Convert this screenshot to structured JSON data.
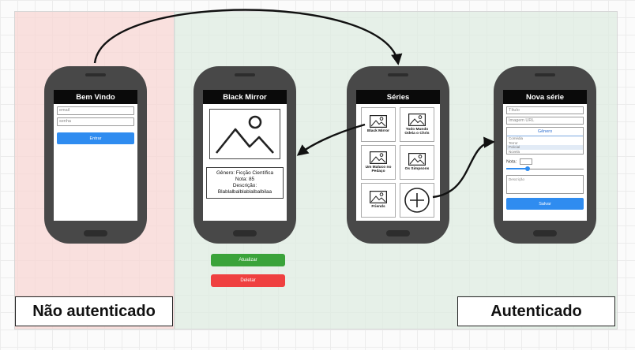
{
  "zones": {
    "left_label": "Não autenticado",
    "right_label": "Autenticado"
  },
  "login": {
    "title": "Bem Vindo",
    "email_placeholder": "email",
    "password_placeholder": "senha",
    "button": "Entrar"
  },
  "detail": {
    "title": "Black Mirror",
    "genre_line": "Gênero: Ficção Científica",
    "rating_line": "Nota: 85",
    "description_line": "Descrição:",
    "description_text": "Blablalbalblablalbalbilaa",
    "update_button": "Atualizar",
    "delete_button": "Deletar"
  },
  "series": {
    "title": "Séries",
    "items": [
      {
        "label": "Black Mirror"
      },
      {
        "label": "Todo Mundo Odeia o Chris"
      },
      {
        "label": "Um Maluco no Pedaço"
      },
      {
        "label": "Os Simpsons"
      },
      {
        "label": "Friends"
      }
    ]
  },
  "new_series": {
    "title": "Nova série",
    "title_placeholder": "Título",
    "image_placeholder": "Imagem URL",
    "genre_header": "Gênero",
    "genre_options": [
      "Comédia",
      "Terror",
      "Policial",
      "Novela"
    ],
    "selected_genre": "Policial",
    "rating_label": "Nota:",
    "rating_fraction": 0.28,
    "description_placeholder": "Descrição",
    "save_button": "Salvar"
  },
  "colors": {
    "unauth_zone": "#f8d6d2",
    "auth_zone": "#dee8e0",
    "primary": "#2f8cf0",
    "update": "#3aa33a",
    "delete": "#ef4040"
  }
}
